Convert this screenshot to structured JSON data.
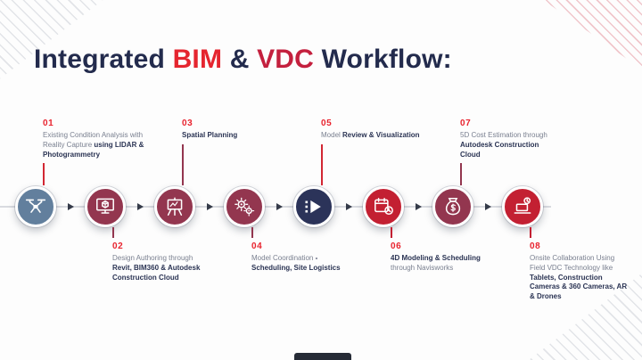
{
  "title": {
    "segments": [
      {
        "text": "Integrated ",
        "bold": true,
        "color": "#232b4d"
      },
      {
        "text": "BIM",
        "bold": true,
        "color": "#e5252f"
      },
      {
        "text": " & ",
        "bold": true,
        "color": "#232b4d"
      },
      {
        "text": "VDC",
        "bold": true,
        "color": "#c4203e"
      },
      {
        "text": " Workflow:",
        "bold": true,
        "color": "#232b4d"
      }
    ]
  },
  "colors": {
    "number": "#e8232e",
    "text_normal": "#7a8090",
    "text_bold": "#2a3353",
    "timeline": "#d9dbe0",
    "arrow": "#353b49"
  },
  "steps": [
    {
      "number": "01",
      "side": "top",
      "icon": "drone-icon",
      "circle_color": "#627f9d",
      "connector_color": "#d22733",
      "segments": [
        {
          "text": "Existing Condition Analysis with Reality Capture ",
          "bold": false
        },
        {
          "text": "using LIDAR & Photogrammetry",
          "bold": true
        }
      ]
    },
    {
      "number": "02",
      "side": "bottom",
      "icon": "design-authoring-icon",
      "circle_color": "#93364f",
      "connector_color": "#93364f",
      "segments": [
        {
          "text": "Design Authoring through ",
          "bold": false
        },
        {
          "text": "Revit, BIM360 & Autodesk Construction Cloud",
          "bold": true
        }
      ]
    },
    {
      "number": "03",
      "side": "top",
      "icon": "spatial-planning-icon",
      "circle_color": "#93364f",
      "connector_color": "#93364f",
      "segments": [
        {
          "text": "Spatial Planning",
          "bold": true
        }
      ]
    },
    {
      "number": "04",
      "side": "bottom",
      "icon": "model-coordination-icon",
      "circle_color": "#93364f",
      "connector_color": "#93364f",
      "segments": [
        {
          "text": "Model Coordination ",
          "bold": false
        },
        {
          "text": "- Scheduling, Site Logistics",
          "bold": true
        }
      ]
    },
    {
      "number": "05",
      "side": "top",
      "icon": "model-review-icon",
      "circle_color": "#2b3359",
      "connector_color": "#d22733",
      "segments": [
        {
          "text": "Model ",
          "bold": false
        },
        {
          "text": "Review & Visualization",
          "bold": true
        }
      ]
    },
    {
      "number": "06",
      "side": "bottom",
      "icon": "4d-scheduling-icon",
      "circle_color": "#c32032",
      "connector_color": "#c32032",
      "segments": [
        {
          "text": "4D Modeling & Scheduling",
          "bold": true
        },
        {
          "text": " through Navisworks",
          "bold": false
        }
      ]
    },
    {
      "number": "07",
      "side": "top",
      "icon": "cost-estimation-icon",
      "circle_color": "#93364f",
      "connector_color": "#93364f",
      "segments": [
        {
          "text": "5D Cost Estimation through ",
          "bold": false
        },
        {
          "text": "Autodesk Construction Cloud",
          "bold": true
        }
      ]
    },
    {
      "number": "08",
      "side": "bottom",
      "icon": "field-collaboration-icon",
      "circle_color": "#c32032",
      "connector_color": "#c32032",
      "segments": [
        {
          "text": "Onsite Collaboration Using Field VDC Technology like ",
          "bold": false
        },
        {
          "text": "Tablets, Construction Cameras & 360 Cameras, AR & Drones",
          "bold": true
        }
      ]
    }
  ]
}
